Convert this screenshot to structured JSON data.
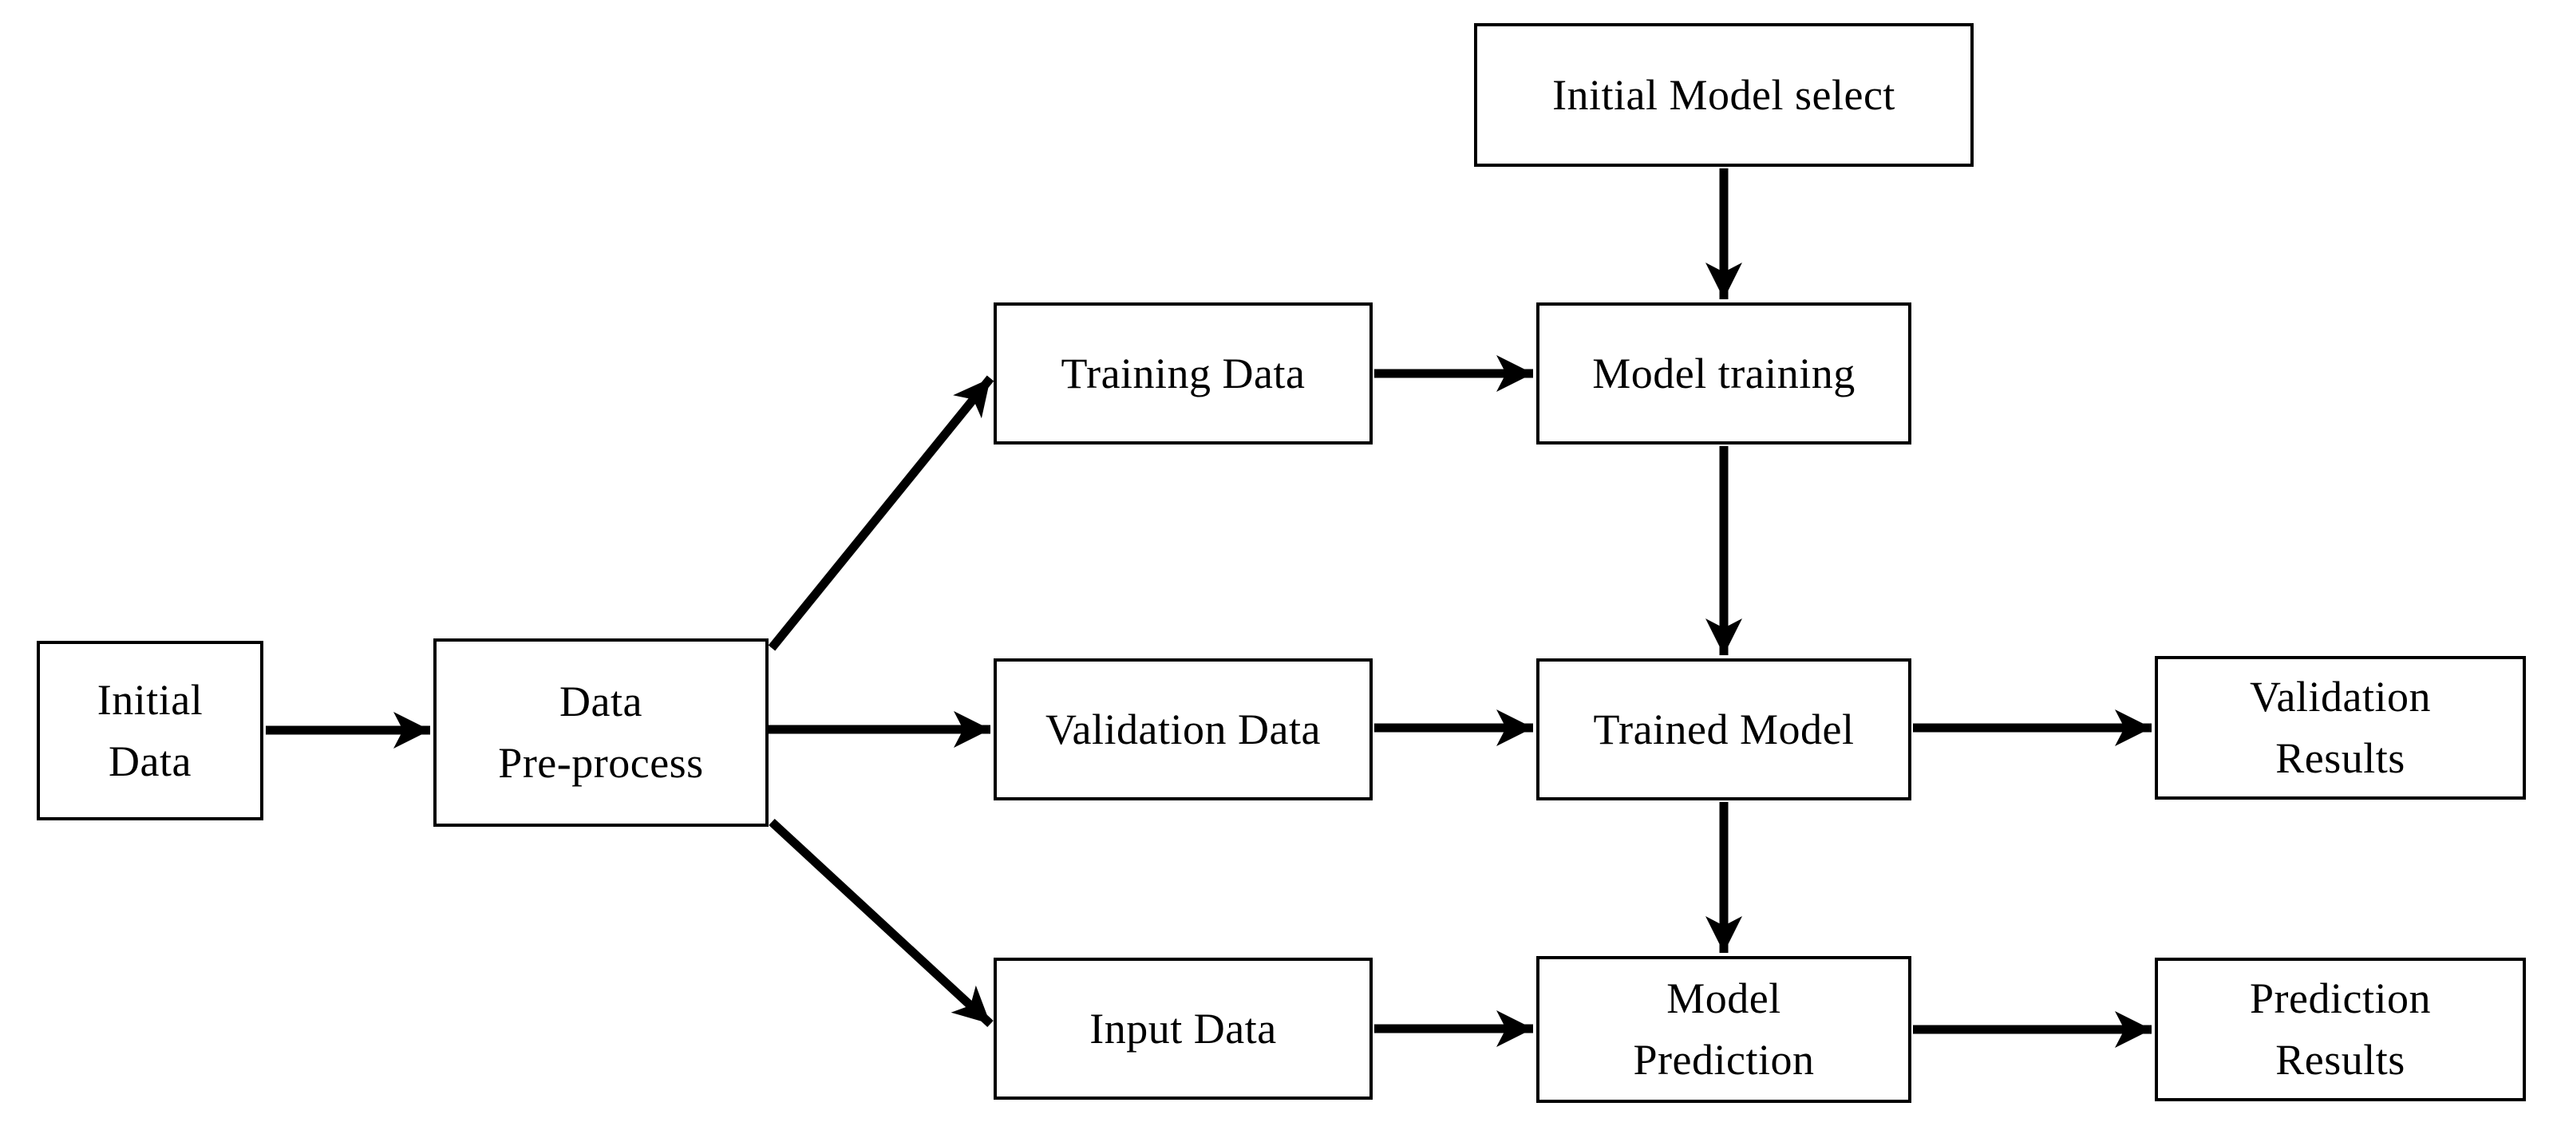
{
  "diagram": {
    "title": "",
    "nodes": {
      "initial_data": {
        "label": "Initial\nData"
      },
      "data_pre_process": {
        "label": "Data\nPre-process"
      },
      "training_data": {
        "label": "Training Data"
      },
      "model_training": {
        "label": "Model training"
      },
      "initial_model_select": {
        "label": "Initial Model select"
      },
      "validation_data": {
        "label": "Validation Data"
      },
      "trained_model": {
        "label": "Trained Model"
      },
      "validation_results": {
        "label": "Validation\nResults"
      },
      "input_data": {
        "label": "Input Data"
      },
      "model_prediction": {
        "label": "Model\nPrediction"
      },
      "prediction_results": {
        "label": "Prediction\nResults"
      }
    },
    "edges": [
      {
        "from": "initial_data",
        "to": "data_pre_process"
      },
      {
        "from": "data_pre_process",
        "to": "training_data"
      },
      {
        "from": "data_pre_process",
        "to": "validation_data"
      },
      {
        "from": "data_pre_process",
        "to": "input_data"
      },
      {
        "from": "initial_model_select",
        "to": "model_training"
      },
      {
        "from": "training_data",
        "to": "model_training"
      },
      {
        "from": "model_training",
        "to": "trained_model"
      },
      {
        "from": "validation_data",
        "to": "trained_model"
      },
      {
        "from": "trained_model",
        "to": "validation_results"
      },
      {
        "from": "trained_model",
        "to": "model_prediction"
      },
      {
        "from": "input_data",
        "to": "model_prediction"
      },
      {
        "from": "model_prediction",
        "to": "prediction_results"
      }
    ],
    "colors": {
      "background": "#ffffff",
      "box_fill": "#ffffff",
      "box_border": "#000000",
      "text": "#000000",
      "arrow": "#000000"
    }
  }
}
